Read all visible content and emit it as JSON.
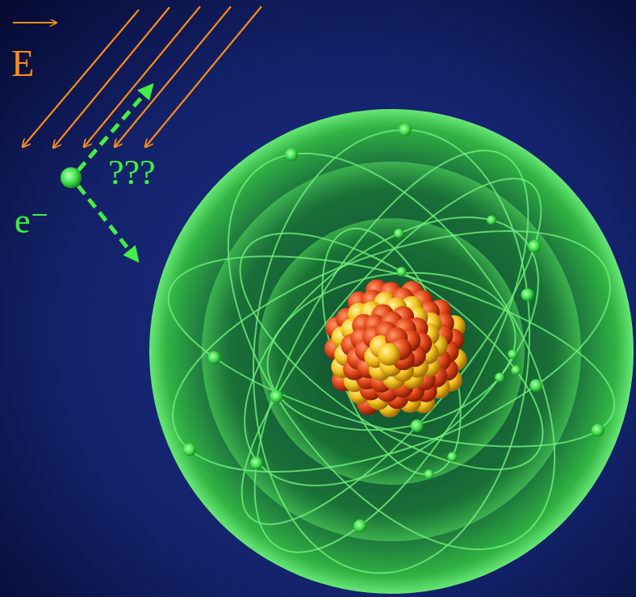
{
  "diagram": {
    "labels": [
      "E",
      "e⁻",
      "???"
    ]
  }
}
